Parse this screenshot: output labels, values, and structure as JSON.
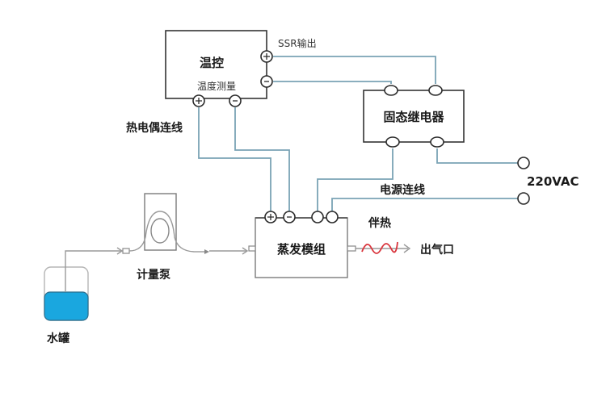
{
  "diagram": {
    "temp_controller": {
      "title": "温控",
      "sublabel": "温度测量",
      "output_label": "SSR输出",
      "terminals": [
        "+",
        "-",
        "+",
        "-"
      ]
    },
    "ssr": {
      "title": "固态继电器"
    },
    "evaporator": {
      "title": "蒸发模组",
      "terminals": [
        "+",
        "-",
        "",
        ""
      ]
    },
    "pump": {
      "title": "计量泵"
    },
    "tank": {
      "title": "水罐",
      "water_color": "#1aa7df"
    },
    "heat_trace": {
      "label": "伴热",
      "wave_color": "#d9343c"
    },
    "outlet": {
      "label": "出气口"
    },
    "power": {
      "label": "220VAC"
    },
    "labels": {
      "thermocouple_wiring": "热电偶连线",
      "power_wiring": "电源连线"
    },
    "colors": {
      "wire": "#7aa3b5",
      "outline": "#333333",
      "pipe": "#9a9a9a"
    }
  }
}
